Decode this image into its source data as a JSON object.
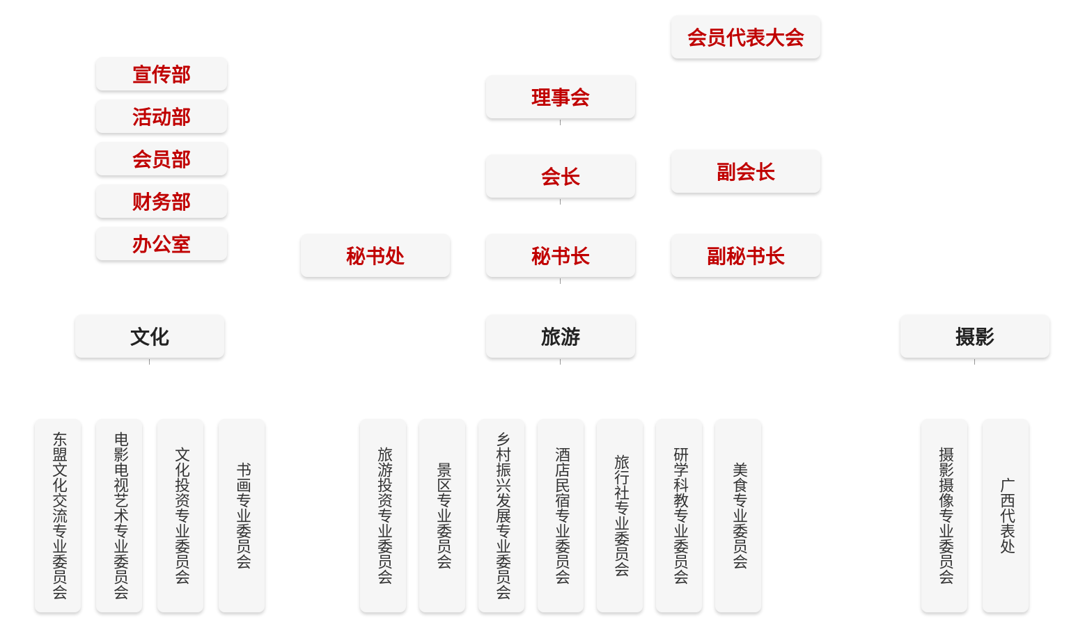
{
  "colors": {
    "accent": "#c00000",
    "dark_text": "#222222",
    "box_bg": "#f6f6f6"
  },
  "departments": [
    "宣传部",
    "活动部",
    "会员部",
    "财务部",
    "办公室"
  ],
  "leadership": {
    "congress": "会员代表大会",
    "council": "理事会",
    "president": "会长",
    "vice_president": "副会长",
    "secretariat": "秘书处",
    "secretary_general": "秘书长",
    "deputy_secretary_general": "副秘书长"
  },
  "sectors": {
    "culture": "文化",
    "tourism": "旅游",
    "photography": "摄影"
  },
  "committees": {
    "culture": [
      "东盟文化交流专业委员会",
      "电影电视艺术专业委员会",
      "文化投资专业委员会",
      "书画专业委员会"
    ],
    "tourism": [
      "旅游投资专业委员会",
      "景区专业委员会",
      "乡村振兴发展专业委员会",
      "酒店民宿专业委员会",
      "旅行社专业委员会",
      "研学科教专业委员会",
      "美食专业委员会"
    ],
    "photography": [
      "摄影摄像专业委员会",
      "广西代表处"
    ]
  }
}
